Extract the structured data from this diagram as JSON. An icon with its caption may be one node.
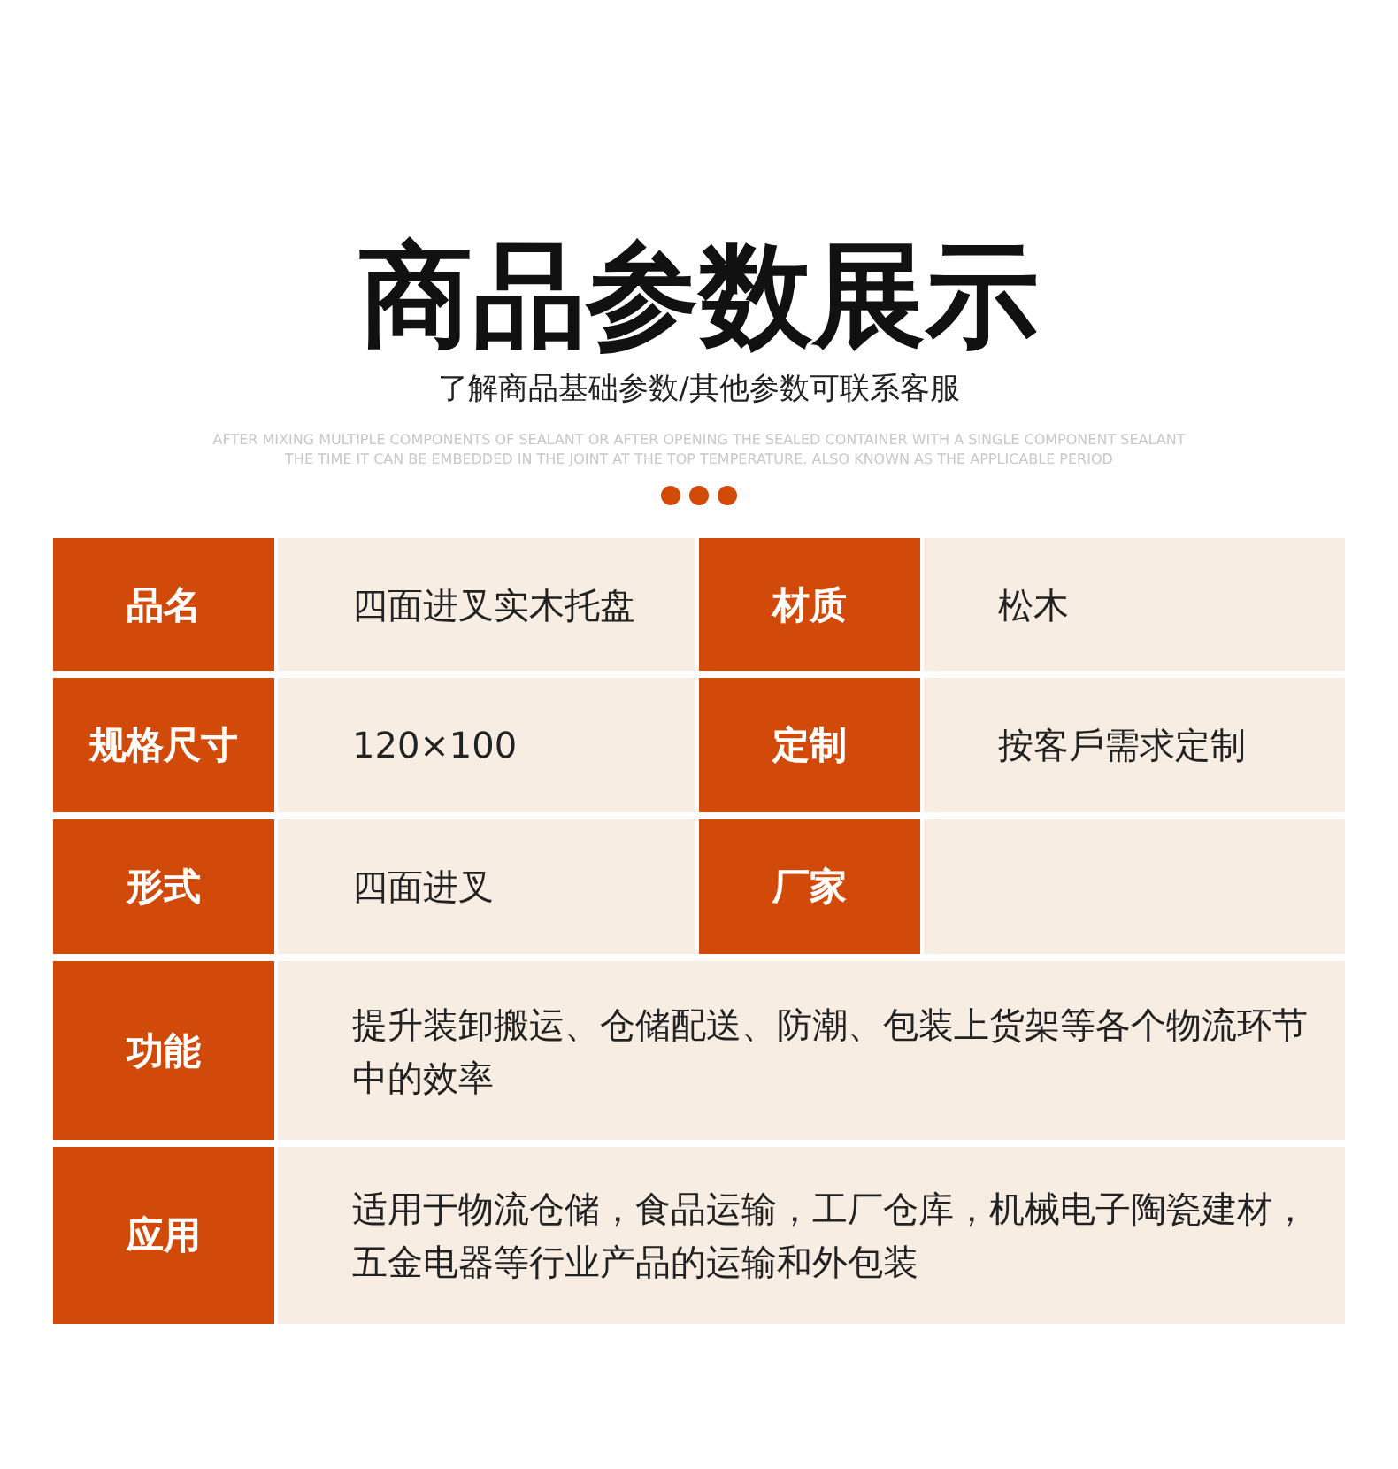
{
  "diagram": {
    "title": "商品参数展示",
    "labels": [
      "了解商品基础参数/其他参数可联系客服",
      "AFTER MIXING MULTIPLE COMPONENTS OF SEALANT OR AFTER OPENING THE SEALED CONTAINER WITH A SINGLE COMPONENT SEALANT",
      "THE TIME IT CAN BE EMBEDDED IN THE JOINT AT THE TOP TEMPERATURE. ALSO KNOWN AS THE APPLICABLE PERIOD",
      "品名",
      "四面进叉实木托盘",
      "材质",
      "松木",
      "规格尺寸",
      "120×100",
      "定制",
      "按客戶需求定制",
      "形式",
      "四面进叉",
      "厂家",
      "功能",
      "提升装卸搬运、仓储配送、防潮、包装上货架等各个物流环节中的效率",
      "应用",
      "适用于物流仓储，食品运输，工厂仓库，机械电子陶瓷建材，五金电器等行业产品的运输和外包装"
    ]
  }
}
